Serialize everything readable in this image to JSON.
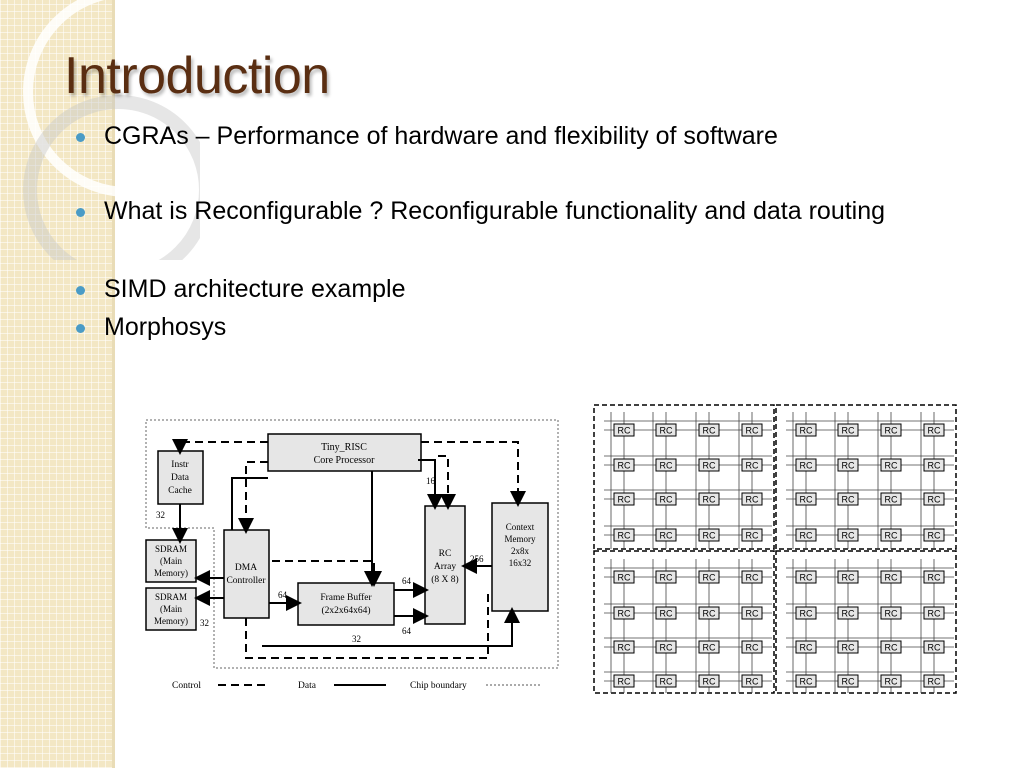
{
  "slide": {
    "title": "Introduction",
    "bullets": [
      "CGRAs – Performance of hardware and flexibility of software",
      "What is Reconfigurable ? Reconfigurable functionality and data routing",
      "SIMD architecture example",
      "Morphosys"
    ]
  },
  "diagram_left": {
    "tiny_risc": "Tiny_RISC",
    "core_processor": "Core Processor",
    "instr": "Instr",
    "data": "Data",
    "cache": "Cache",
    "sdram": "SDRAM",
    "main": "(Main",
    "memory": "Memory)",
    "dma": "DMA",
    "controller": "Controller",
    "frame_buffer": "Frame Buffer",
    "frame_buffer_size": "(2x2x64x64)",
    "rc": "RC",
    "array": "Array",
    "array_size": "(8 X 8)",
    "context": "Context",
    "context_memory": "Memory",
    "context_size1": "2x8x",
    "context_size2": "16x32",
    "w16": "16",
    "w32a": "32",
    "w32b": "32",
    "w32c": "32",
    "w64a": "64",
    "w64b": "64",
    "w64c": "64",
    "w256": "256",
    "legend_control": "Control",
    "legend_data": "Data",
    "legend_chip": "Chip boundary"
  },
  "diagram_right": {
    "cell_label": "RC"
  },
  "colors": {
    "title": "#5a2e12",
    "bullet": "#4a9bc6",
    "band": "#f3e7c4"
  }
}
